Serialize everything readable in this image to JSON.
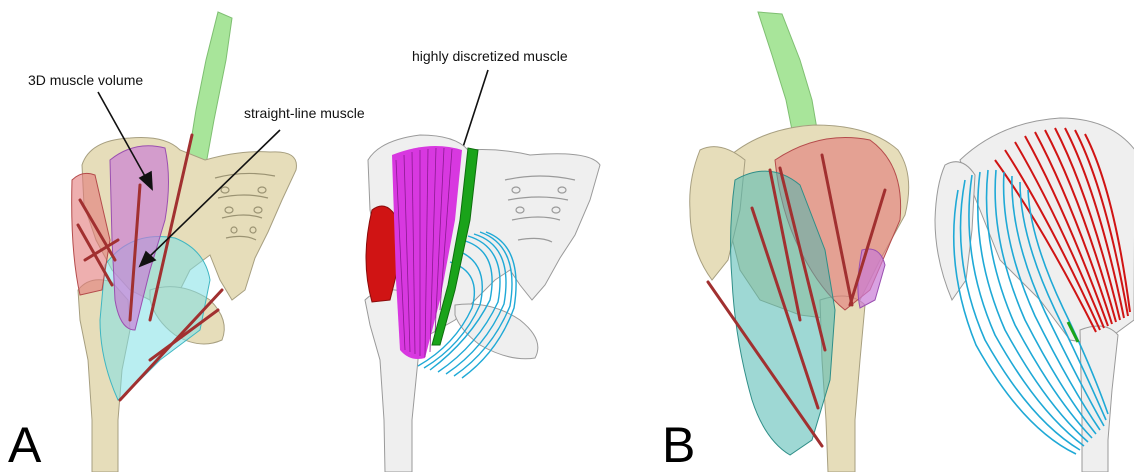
{
  "panels": [
    {
      "letter": "A"
    },
    {
      "letter": "B"
    }
  ],
  "annotations": {
    "muscle_volume": "3D muscle volume",
    "straight_line": "straight-line muscle",
    "discretized": "highly discretized muscle"
  },
  "colors": {
    "bone_tan": "#e6ddba",
    "bone_white": "#efefef",
    "spine_green": "#a8e59a",
    "muscle_magenta": "#d838e0",
    "muscle_red": "#d01414",
    "muscle_cyan": "#1fa9d6",
    "muscle_green": "#1aa31a",
    "line_muscle": "#a13030"
  }
}
